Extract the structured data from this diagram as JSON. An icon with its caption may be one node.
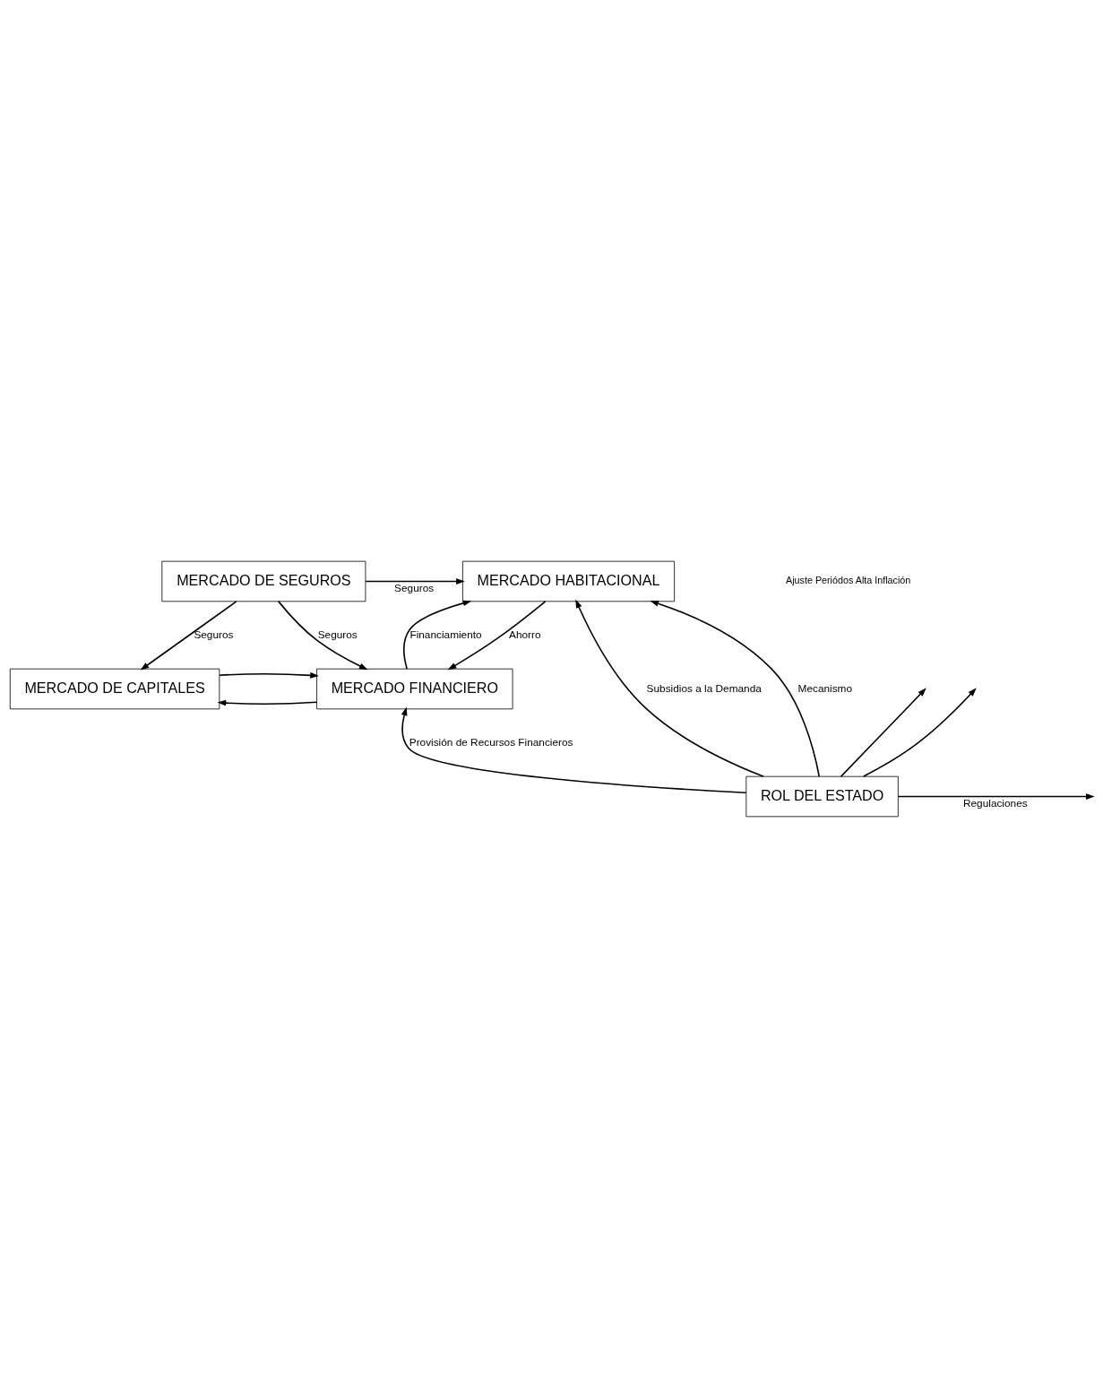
{
  "diagram": {
    "nodes": [
      {
        "text": [
          "MERCADO DE CAPITALES"
        ]
      },
      {
        "text": [
          "MERCADO FINANCIERO"
        ]
      },
      {
        "text": [
          "MERCADO DE SEGUROS"
        ]
      },
      {
        "text": [
          "MERCADO HABITACIONAL"
        ]
      },
      {
        "text": [
          "ROL DEL ESTADO"
        ]
      }
    ],
    "edges": [
      {
        "from": 0,
        "to": 1,
        "arrow": "to"
      },
      {
        "from": 1,
        "to": 0,
        "arrow": "to"
      },
      {
        "from": 2,
        "to": 0,
        "arrow": "to",
        "label": "Seguros"
      },
      {
        "from": 2,
        "to": 1,
        "arrow": "to",
        "label": "Seguros"
      },
      {
        "from": 2,
        "to": 3,
        "arrow": "to",
        "label": "Seguros"
      },
      {
        "from": 3,
        "to": 1,
        "arrow": "to",
        "label": "Ahorro"
      },
      {
        "from": 1,
        "to": 3,
        "arrow": "to",
        "label": "Financiamiento"
      },
      {
        "from": 4,
        "to": 3,
        "arrow": "to",
        "label": "Subsidios a la Demanda"
      },
      {
        "from": 4,
        "to": 3,
        "arrow": "to",
        "label": "Mecanismo"
      },
      {
        "from": 4,
        "to": 1,
        "arrow": "to",
        "label": "Provisión de Recursos Financieros"
      },
      {
        "from": 4,
        "to": null,
        "arrow": "to",
        "label": "Regulaciones"
      },
      {
        "from": 4,
        "to": null,
        "arrow": "to"
      },
      {
        "from": 4,
        "to": null,
        "arrow": "to"
      }
    ],
    "labels": [
      "Ajuste Periódos Alta Inflación"
    ]
  }
}
